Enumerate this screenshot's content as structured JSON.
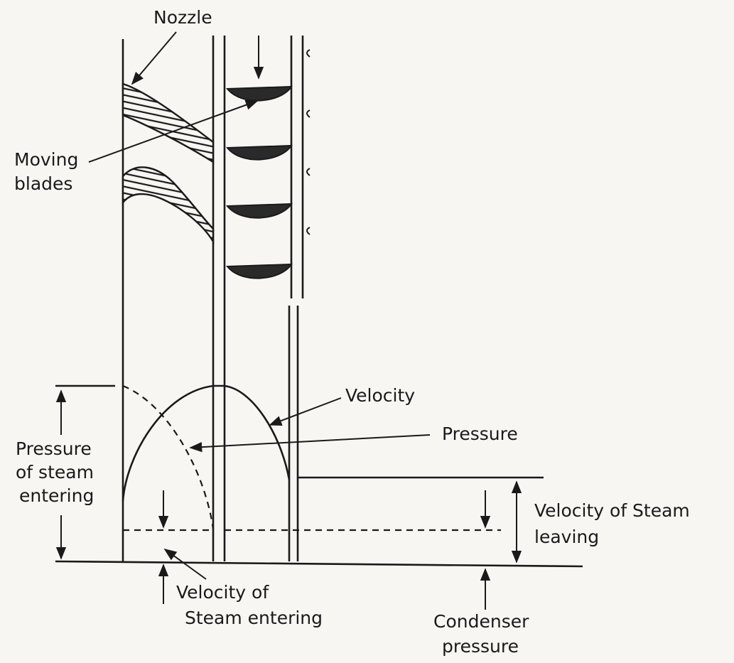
{
  "labels": {
    "nozzle": "Nozzle",
    "moving_blades_1": "Moving",
    "moving_blades_2": "blades",
    "velocity": "Velocity",
    "pressure": "Pressure",
    "pressure_entering_1": "Pressure",
    "pressure_entering_2": "of steam",
    "pressure_entering_3": "entering",
    "velocity_leaving_1": "Velocity of Steam",
    "velocity_leaving_2": "leaving",
    "velocity_entering_1": "Velocity of",
    "velocity_entering_2": "Steam entering",
    "condenser_1": "Condenser",
    "condenser_2": "pressure"
  },
  "colors": {
    "ink": "#1a1a1a",
    "paper": "#f7f6f2"
  }
}
